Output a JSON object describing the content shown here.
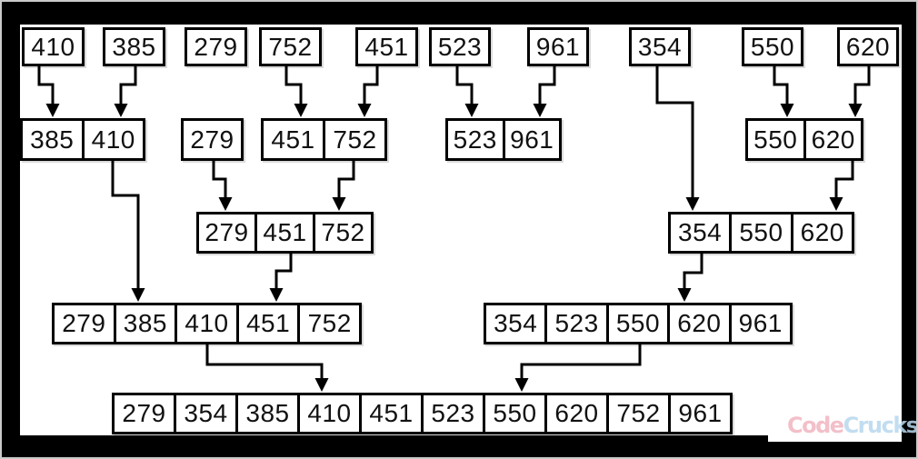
{
  "diagram": {
    "type": "merge-sort-visualization",
    "arrays": [
      {
        "id": "r1-410",
        "row": 1,
        "values": [
          "410"
        ]
      },
      {
        "id": "r1-385",
        "row": 1,
        "values": [
          "385"
        ]
      },
      {
        "id": "r1-279",
        "row": 1,
        "values": [
          "279"
        ]
      },
      {
        "id": "r1-752",
        "row": 1,
        "values": [
          "752"
        ]
      },
      {
        "id": "r1-451",
        "row": 1,
        "values": [
          "451"
        ]
      },
      {
        "id": "r1-523",
        "row": 1,
        "values": [
          "523"
        ]
      },
      {
        "id": "r1-961",
        "row": 1,
        "values": [
          "961"
        ]
      },
      {
        "id": "r1-354",
        "row": 1,
        "values": [
          "354"
        ]
      },
      {
        "id": "r1-550",
        "row": 1,
        "values": [
          "550"
        ]
      },
      {
        "id": "r1-620",
        "row": 1,
        "values": [
          "620"
        ]
      },
      {
        "id": "r2-385-410",
        "row": 2,
        "values": [
          "385",
          "410"
        ]
      },
      {
        "id": "r2-279",
        "row": 2,
        "values": [
          "279"
        ]
      },
      {
        "id": "r2-451-752",
        "row": 2,
        "values": [
          "451",
          "752"
        ]
      },
      {
        "id": "r2-523-961",
        "row": 2,
        "values": [
          "523",
          "961"
        ]
      },
      {
        "id": "r2-550-620",
        "row": 2,
        "values": [
          "550",
          "620"
        ]
      },
      {
        "id": "r3-left",
        "row": 3,
        "values": [
          "279",
          "451",
          "752"
        ]
      },
      {
        "id": "r3-right",
        "row": 3,
        "values": [
          "354",
          "550",
          "620"
        ]
      },
      {
        "id": "r4-left",
        "row": 4,
        "values": [
          "279",
          "385",
          "410",
          "451",
          "752"
        ]
      },
      {
        "id": "r4-right",
        "row": 4,
        "values": [
          "354",
          "523",
          "550",
          "620",
          "961"
        ]
      },
      {
        "id": "r5-final",
        "row": 5,
        "values": [
          "279",
          "354",
          "385",
          "410",
          "451",
          "523",
          "550",
          "620",
          "752",
          "961"
        ]
      }
    ]
  },
  "watermark": {
    "part1": "Code",
    "part2": "Crucks"
  },
  "colors": {
    "background": "#000000",
    "canvas": "#ffffff",
    "line": "#000000",
    "frame_border": "#c9c9c9",
    "watermark_code": "#f2b4c0",
    "watermark_crucks": "#b8d8ee"
  }
}
